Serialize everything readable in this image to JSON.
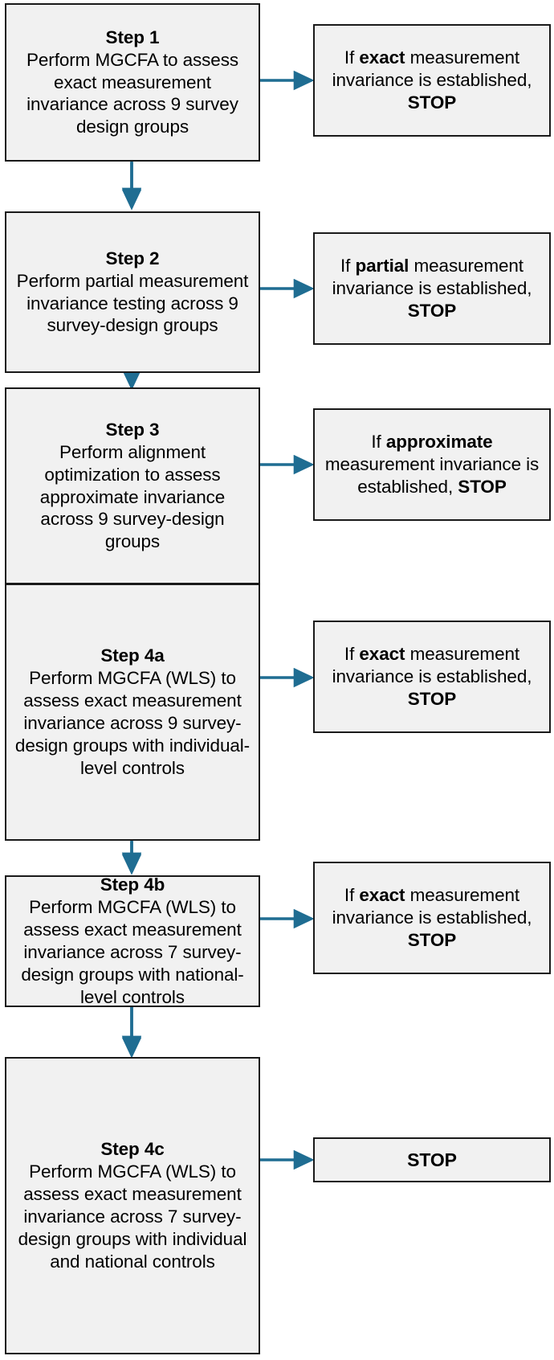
{
  "diagram": {
    "title": "Measurement invariance testing flowchart",
    "accent_color": "#1f6d92",
    "node_fill": "#f1f1f1",
    "node_border": "#1a1a1a",
    "steps": [
      {
        "id": "step-1",
        "header": "Step 1",
        "body": "Perform MGCFA to assess exact measurement invariance across 9 survey design groups"
      },
      {
        "id": "step-2",
        "header": "Step 2",
        "body": "Perform partial measurement invariance testing across 9 survey-design groups"
      },
      {
        "id": "step-3",
        "header": "Step 3",
        "body": "Perform alignment optimization to assess approximate invariance across 9 survey-design groups"
      },
      {
        "id": "step-4a",
        "header": "Step 4a",
        "body": "Perform MGCFA (WLS) to assess exact measurement invariance across 9 survey-design groups with individual-level controls"
      },
      {
        "id": "step-4b",
        "header": "Step 4b",
        "body": "Perform MGCFA (WLS) to assess exact measurement invariance across 7 survey-design groups with national-level controls"
      },
      {
        "id": "step-4c",
        "header": "Step 4c",
        "body": "Perform MGCFA (WLS) to assess exact measurement invariance across 7 survey-design groups with individual and national controls"
      }
    ],
    "outcomes": [
      {
        "id": "outcome-1",
        "lead": "If ",
        "emphasis": "exact",
        "rest": " measurement invariance is established, ",
        "stop": "STOP"
      },
      {
        "id": "outcome-2",
        "lead": "If ",
        "emphasis": "partial",
        "rest": " measurement invariance is established, ",
        "stop": "STOP"
      },
      {
        "id": "outcome-3",
        "lead": "If ",
        "emphasis": "approximate",
        "rest": " measurement invariance is established, ",
        "stop": "STOP"
      },
      {
        "id": "outcome-4a",
        "lead": "If ",
        "emphasis": "exact",
        "rest": " measurement invariance is established, ",
        "stop": "STOP"
      },
      {
        "id": "outcome-4b",
        "lead": "If ",
        "emphasis": "exact",
        "rest": " measurement invariance is established, ",
        "stop": "STOP"
      }
    ],
    "terminal": {
      "id": "terminal-stop",
      "label": "STOP"
    }
  }
}
